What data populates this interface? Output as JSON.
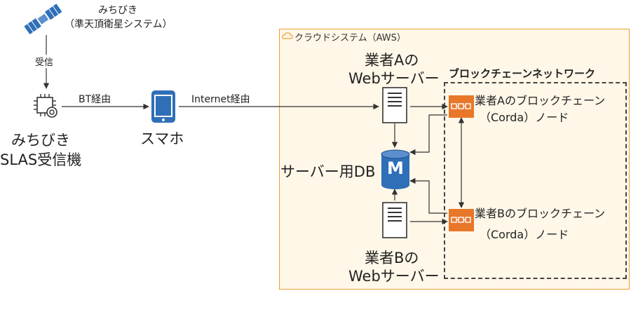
{
  "satellite": {
    "name": "みちびき",
    "subtitle": "（準天頂衛星システム）"
  },
  "edges": {
    "receive": "受信",
    "bt": "BT経由",
    "internet": "Internet経由"
  },
  "receiver": {
    "line1": "みちびき",
    "line2": "SLAS受信機"
  },
  "phone": {
    "label": "スマホ"
  },
  "aws": {
    "label": "クラウドシステム（AWS）"
  },
  "server_a": {
    "line1": "業者Aの",
    "line2": "Webサーバー"
  },
  "server_b": {
    "line1": "業者Bの",
    "line2": "Webサーバー"
  },
  "db": {
    "label": "サーバー用DB",
    "icon_letter": "M"
  },
  "blockchain": {
    "title": "ブロックチェーンネットワーク",
    "node_a_line1": "業者Aのブロックチェーン",
    "node_a_line2": "（Corda）ノード",
    "node_b_line1": "業者Bのブロックチェーン",
    "node_b_line2": "（Corda）ノード"
  },
  "colors": {
    "aws_border": "#f0a030",
    "aws_fill": "#fff7e8",
    "node_orange": "#e8772a",
    "icon_blue": "#2e6fb7",
    "line": "#333333"
  }
}
